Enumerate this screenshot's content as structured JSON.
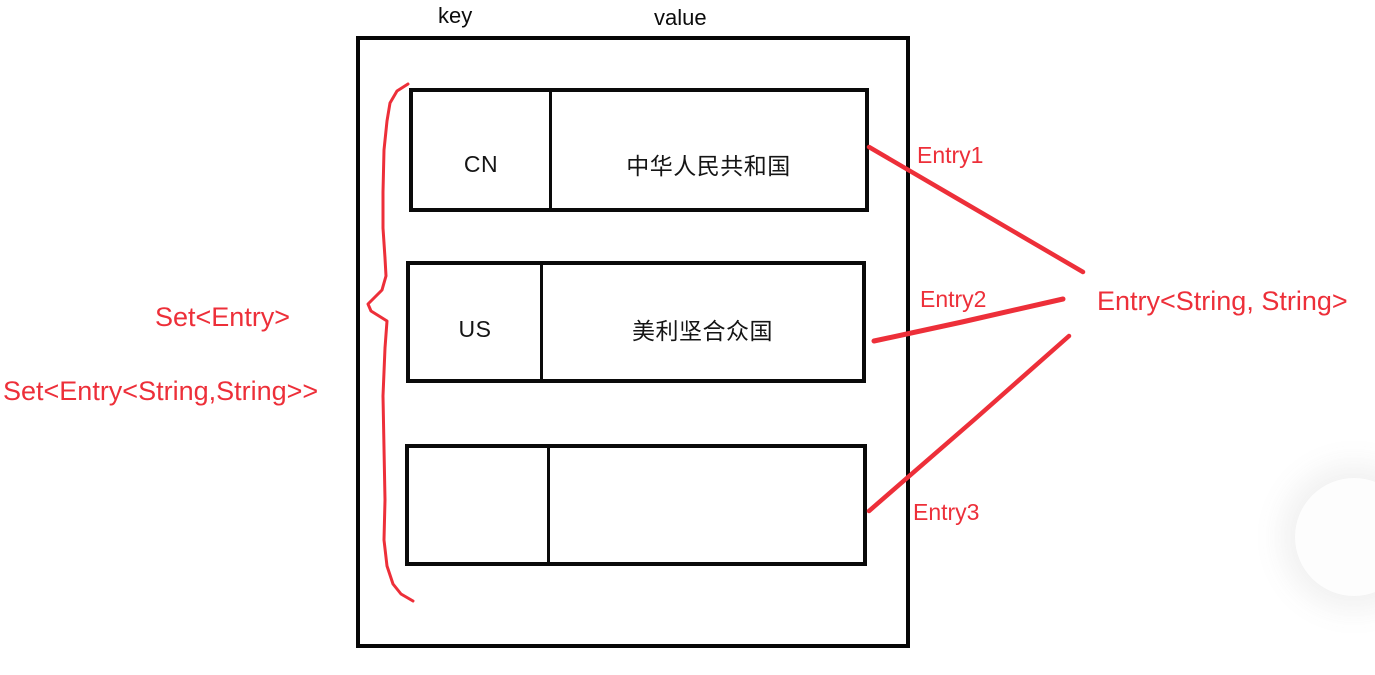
{
  "diagram": {
    "columns": {
      "key_label": "key",
      "value_label": "value"
    },
    "rows": [
      {
        "key": "CN",
        "value": "中华人民共和国",
        "entry_label": "Entry1"
      },
      {
        "key": "US",
        "value": "美利坚合众国",
        "entry_label": "Entry2"
      },
      {
        "key": "",
        "value": "",
        "entry_label": "Entry3"
      }
    ],
    "annotations": {
      "set_entry": "Set<Entry>",
      "set_entry_generic": "Set<Entry<String,String>>",
      "entry_type": "Entry<String, String>"
    },
    "colors": {
      "annotation_red": "#ed2f39",
      "outline_black": "#0a0a0a",
      "text_black": "#151515"
    }
  }
}
